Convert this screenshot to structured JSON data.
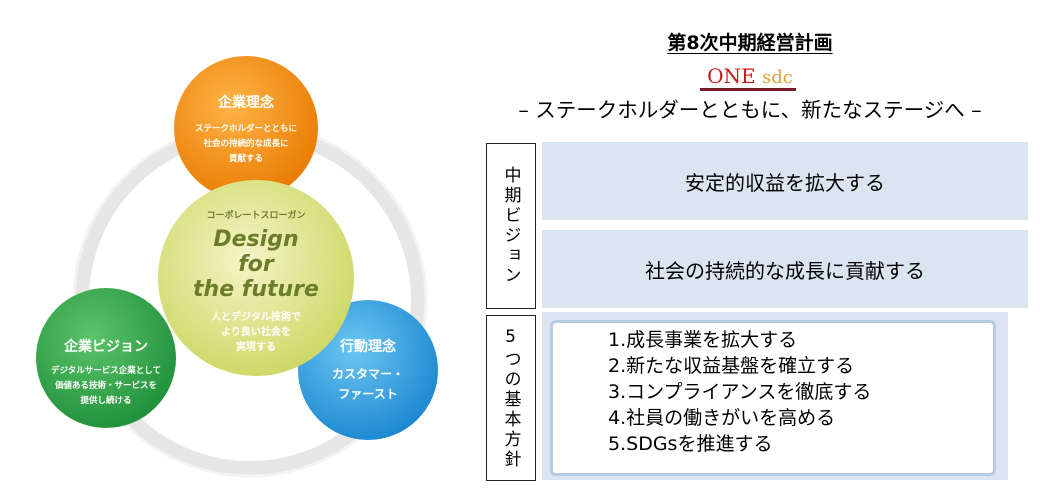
{
  "diagram": {
    "corporate_philosophy": {
      "title": "企業理念",
      "lines": [
        "ステークホルダーとともに",
        "社会の持続的な成長に",
        "貢献する"
      ],
      "color": "#f08a12"
    },
    "corporate_vision": {
      "title": "企業ビジョン",
      "lines": [
        "デジタルサービス企業として",
        "価値ある技術・サービスを",
        "提供し続ける"
      ],
      "color": "#2ea84a"
    },
    "action_philosophy": {
      "title": "行動理念",
      "lines": [
        "カスタマー・",
        "ファースト"
      ],
      "color": "#2b9be0"
    },
    "slogan": {
      "label": "コーポレートスローガン",
      "headline": [
        "Design",
        "for",
        "the future"
      ],
      "lines": [
        "人とデジタル技術で",
        "より良い社会を",
        "実現する"
      ],
      "color": "#c6d45a"
    }
  },
  "plan": {
    "title": "第8次中期経営計画",
    "logo": {
      "one": "ONE",
      "sdc": "sdc"
    },
    "tagline": "– ステークホルダーとともに、新たなステージへ –",
    "vision_label": "中期ビジョン",
    "visions": [
      "安定的収益を拡大する",
      "社会の持続的な成長に貢献する"
    ],
    "policy_label": "5つの基本方針",
    "policies": [
      "1.成長事業を拡大する",
      "2.新たな収益基盤を確立する",
      "3.コンプライアンスを徹底する",
      "4.社員の働きがいを高める",
      "5.SDGsを推進する"
    ]
  }
}
